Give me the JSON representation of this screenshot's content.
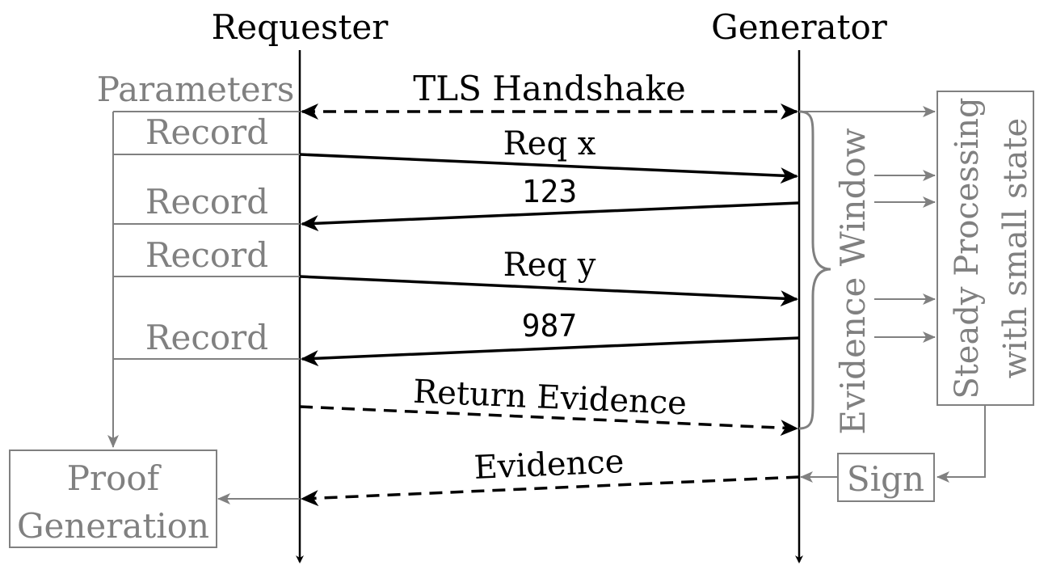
{
  "participants": {
    "requester": "Requester",
    "generator": "Generator"
  },
  "left_labels": {
    "parameters": "Parameters",
    "record_1": "Record",
    "record_2": "Record",
    "record_3": "Record",
    "record_4": "Record"
  },
  "messages": {
    "tls_handshake": "TLS Handshake",
    "req_x": "Req x",
    "resp_x": "123",
    "req_y": "Req y",
    "resp_y": "987",
    "return_evidence": "Return Evidence",
    "evidence": "Evidence"
  },
  "boxes": {
    "proof_line1": "Proof",
    "proof_line2": "Generation",
    "sign": "Sign",
    "steady_line1": "Steady Processing",
    "steady_line2": "with small state"
  },
  "brace_label": "Evidence Window",
  "colors": {
    "main": "#000000",
    "secondary": "#808080"
  }
}
